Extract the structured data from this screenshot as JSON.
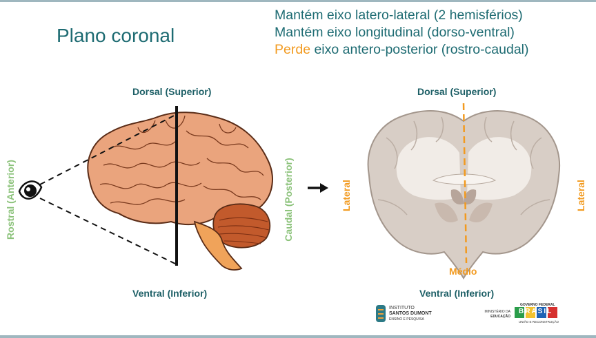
{
  "title": "Plano coronal",
  "notes": {
    "line1": "Mantém eixo latero-lateral (2 hemisférios)",
    "line2": "Mantém eixo longitudinal (dorso-ventral)",
    "line3_highlight": "Perde",
    "line3_rest": " eixo antero-posterior (rostro-caudal)"
  },
  "left_diagram": {
    "dorsal": "Dorsal (Superior)",
    "ventral": "Ventral (Inferior)",
    "rostral": "Rostral (Anterior)",
    "caudal": "Caudal (Posterior)"
  },
  "right_diagram": {
    "dorsal": "Dorsal (Superior)",
    "ventral": "Ventral (Inferior)",
    "lateral_left": "Lateral",
    "lateral_right": "Lateral",
    "medial": "Médio"
  },
  "logos": {
    "isd_line1": "INSTITUTO",
    "isd_line2": "SANTOS DUMONT",
    "isd_line3": "ENSINO E PESQUISA",
    "mec_line1": "MINISTÉRIO DA",
    "mec_line2": "EDUCAÇÃO",
    "gov_line1": "GOVERNO FEDERAL",
    "gov_brand": "BRASIL",
    "gov_line2": "UNIÃO E RECONSTRUÇÃO"
  },
  "colors": {
    "teal": "#1d6b72",
    "orange": "#f29a1f",
    "green": "#8bc27a"
  }
}
